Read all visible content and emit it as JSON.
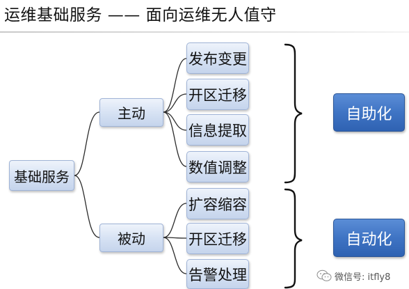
{
  "title": "运维基础服务 —— 面向运维无人值守",
  "root": {
    "label": "基础服务"
  },
  "branches": [
    {
      "label": "主动",
      "leaves": [
        "发布变更",
        "开区迁移",
        "信息提取",
        "数值调整"
      ],
      "category": "自助化"
    },
    {
      "label": "被动",
      "leaves": [
        "扩容缩容",
        "开区迁移",
        "告警处理"
      ],
      "category": "自动化"
    }
  ],
  "watermark": {
    "icon": "wechat-icon",
    "text": "微信号: itfly8"
  },
  "colors": {
    "node_fill": "#d5e1f3",
    "node_border": "#9fb3d6",
    "category_fill": "#3f74c4",
    "connector": "#2b2b2b"
  }
}
